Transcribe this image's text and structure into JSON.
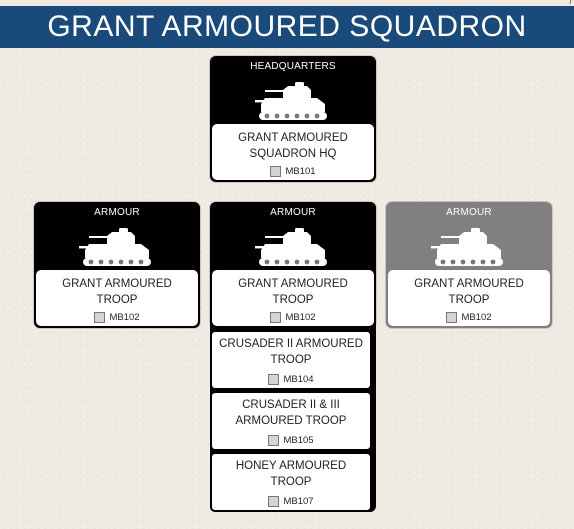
{
  "title": "GRANT ARMOURED SQUADRON",
  "corner_mark": "/",
  "colors": {
    "title_bar": "#1a4a7a",
    "dark_header": "#000000",
    "grey_header": "#808080"
  },
  "hq": {
    "header": "HEADQUARTERS",
    "icon": "grant-tank-icon",
    "name_line1": "GRANT ARMOURED",
    "name_line2": "SQUADRON HQ",
    "ref": "MB101"
  },
  "left": {
    "header": "ARMOUR",
    "icon": "grant-tank-icon",
    "name_line1": "GRANT ARMOURED",
    "name_line2": "TROOP",
    "ref": "MB102"
  },
  "center": {
    "header": "ARMOUR",
    "icon": "grant-tank-icon",
    "name_line1": "GRANT ARMOURED",
    "name_line2": "TROOP",
    "ref": "MB102",
    "options": [
      {
        "line1": "CRUSADER II ARMOURED",
        "line2": "TROOP",
        "ref": "MB104"
      },
      {
        "line1": "CRUSADER II & III",
        "line2": "ARMOURED TROOP",
        "ref": "MB105"
      },
      {
        "line1": "HONEY ARMOURED",
        "line2": "TROOP",
        "ref": "MB107"
      }
    ]
  },
  "right": {
    "header": "ARMOUR",
    "icon": "grant-tank-icon",
    "name_line1": "GRANT ARMOURED",
    "name_line2": "TROOP",
    "ref": "MB102"
  }
}
